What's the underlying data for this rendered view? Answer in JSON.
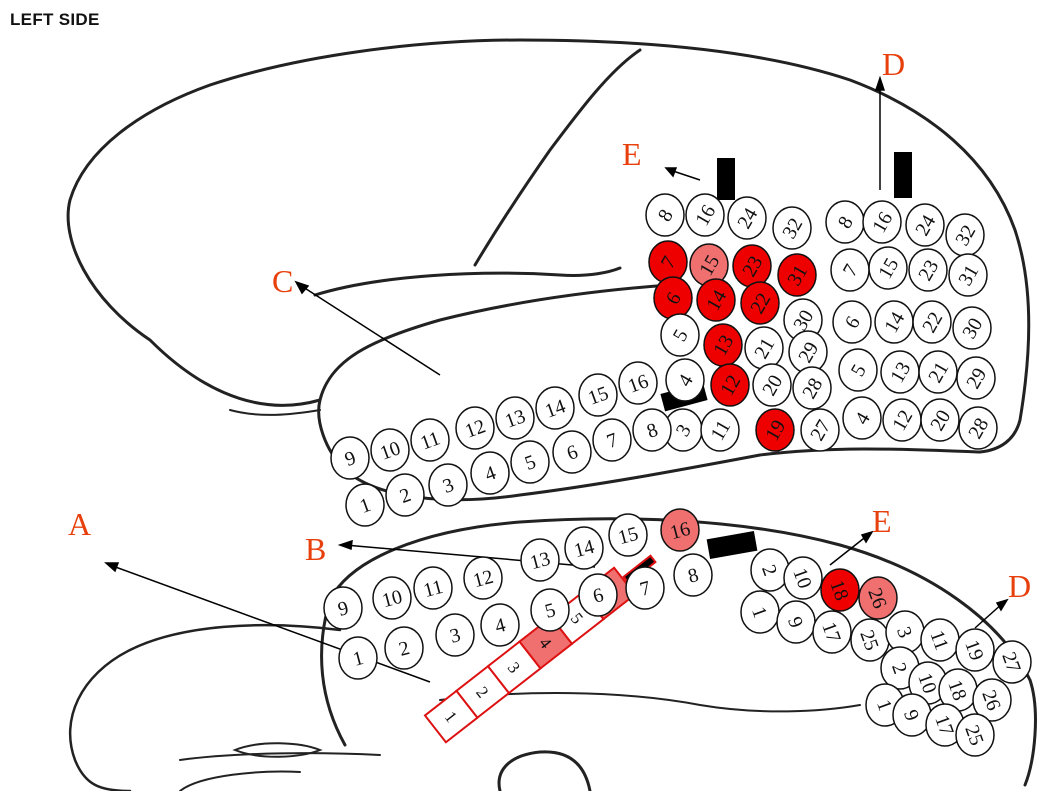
{
  "header": {
    "side_label": "LEFT SIDE"
  },
  "colors": {
    "outline": "#222222",
    "letter": "#e8400c",
    "active_strong": "#ee0000",
    "active_weak": "#f07070",
    "electrode_block": "#000000",
    "depth_strip": "#dd1111"
  },
  "letters": {
    "A": "A",
    "B": "B",
    "C": "C",
    "D_top": "D",
    "D_bottom": "D",
    "E_top": "E",
    "E_bottom": "E"
  },
  "grids": {
    "upper_frontal_grid": {
      "contacts": [
        {
          "n": "8",
          "state": "none"
        },
        {
          "n": "16",
          "state": "none"
        },
        {
          "n": "24",
          "state": "none"
        },
        {
          "n": "32",
          "state": "none"
        },
        {
          "n": "7",
          "state": "strong"
        },
        {
          "n": "15",
          "state": "weak"
        },
        {
          "n": "23",
          "state": "strong"
        },
        {
          "n": "31",
          "state": "strong"
        },
        {
          "n": "6",
          "state": "strong"
        },
        {
          "n": "14",
          "state": "strong"
        },
        {
          "n": "22",
          "state": "strong"
        },
        {
          "n": "30",
          "state": "none"
        },
        {
          "n": "5",
          "state": "none"
        },
        {
          "n": "13",
          "state": "strong"
        },
        {
          "n": "21",
          "state": "none"
        },
        {
          "n": "29",
          "state": "none"
        },
        {
          "n": "4",
          "state": "none"
        },
        {
          "n": "12",
          "state": "strong"
        },
        {
          "n": "20",
          "state": "none"
        },
        {
          "n": "28",
          "state": "none"
        },
        {
          "n": "3",
          "state": "none"
        },
        {
          "n": "11",
          "state": "none"
        },
        {
          "n": "19",
          "state": "strong"
        },
        {
          "n": "27",
          "state": "none"
        }
      ]
    },
    "upper_parietal_grid": {
      "contacts": [
        {
          "n": "8",
          "state": "none"
        },
        {
          "n": "16",
          "state": "none"
        },
        {
          "n": "24",
          "state": "none"
        },
        {
          "n": "32",
          "state": "none"
        },
        {
          "n": "7",
          "state": "none"
        },
        {
          "n": "15",
          "state": "none"
        },
        {
          "n": "23",
          "state": "none"
        },
        {
          "n": "31",
          "state": "none"
        },
        {
          "n": "6",
          "state": "none"
        },
        {
          "n": "14",
          "state": "none"
        },
        {
          "n": "22",
          "state": "none"
        },
        {
          "n": "30",
          "state": "none"
        },
        {
          "n": "5",
          "state": "none"
        },
        {
          "n": "13",
          "state": "none"
        },
        {
          "n": "21",
          "state": "none"
        },
        {
          "n": "29",
          "state": "none"
        },
        {
          "n": "4",
          "state": "none"
        },
        {
          "n": "12",
          "state": "none"
        },
        {
          "n": "20",
          "state": "none"
        },
        {
          "n": "28",
          "state": "none"
        }
      ]
    },
    "upper_temporal_strip": {
      "contacts": [
        {
          "n": "9",
          "state": "none"
        },
        {
          "n": "10",
          "state": "none"
        },
        {
          "n": "11",
          "state": "none"
        },
        {
          "n": "12",
          "state": "none"
        },
        {
          "n": "13",
          "state": "none"
        },
        {
          "n": "14",
          "state": "none"
        },
        {
          "n": "15",
          "state": "none"
        },
        {
          "n": "16",
          "state": "none"
        },
        {
          "n": "1",
          "state": "none"
        },
        {
          "n": "2",
          "state": "none"
        },
        {
          "n": "3",
          "state": "none"
        },
        {
          "n": "4",
          "state": "none"
        },
        {
          "n": "5",
          "state": "none"
        },
        {
          "n": "6",
          "state": "none"
        },
        {
          "n": "7",
          "state": "none"
        },
        {
          "n": "8",
          "state": "none"
        }
      ]
    },
    "lower_temporal_grid": {
      "contacts": [
        {
          "n": "9",
          "state": "none"
        },
        {
          "n": "10",
          "state": "none"
        },
        {
          "n": "11",
          "state": "none"
        },
        {
          "n": "12",
          "state": "none"
        },
        {
          "n": "13",
          "state": "none"
        },
        {
          "n": "14",
          "state": "none"
        },
        {
          "n": "15",
          "state": "none"
        },
        {
          "n": "16",
          "state": "weak"
        },
        {
          "n": "1",
          "state": "none"
        },
        {
          "n": "2",
          "state": "none"
        },
        {
          "n": "3",
          "state": "none"
        },
        {
          "n": "4",
          "state": "none"
        },
        {
          "n": "5",
          "state": "none"
        },
        {
          "n": "6",
          "state": "none"
        },
        {
          "n": "7",
          "state": "none"
        },
        {
          "n": "8",
          "state": "none"
        }
      ]
    },
    "lower_posterior_grid": {
      "contacts": [
        {
          "n": "2",
          "state": "none"
        },
        {
          "n": "10",
          "state": "none"
        },
        {
          "n": "18",
          "state": "strong"
        },
        {
          "n": "26",
          "state": "weak"
        },
        {
          "n": "1",
          "state": "none"
        },
        {
          "n": "9",
          "state": "none"
        },
        {
          "n": "17",
          "state": "none"
        },
        {
          "n": "25",
          "state": "none"
        }
      ]
    },
    "lower_posterior_grid_2": {
      "contacts": [
        {
          "n": "3",
          "state": "none"
        },
        {
          "n": "11",
          "state": "none"
        },
        {
          "n": "19",
          "state": "none"
        },
        {
          "n": "27",
          "state": "none"
        },
        {
          "n": "2",
          "state": "none"
        },
        {
          "n": "10",
          "state": "none"
        },
        {
          "n": "18",
          "state": "none"
        },
        {
          "n": "26",
          "state": "none"
        },
        {
          "n": "1",
          "state": "none"
        },
        {
          "n": "9",
          "state": "none"
        },
        {
          "n": "17",
          "state": "none"
        },
        {
          "n": "25",
          "state": "none"
        }
      ]
    },
    "depth_electrode": {
      "contacts": [
        {
          "n": "1",
          "state": "none"
        },
        {
          "n": "2",
          "state": "none"
        },
        {
          "n": "3",
          "state": "none"
        },
        {
          "n": "4",
          "state": "weak"
        },
        {
          "n": "5",
          "state": "none"
        },
        {
          "n": "6",
          "state": "weak"
        }
      ]
    }
  }
}
